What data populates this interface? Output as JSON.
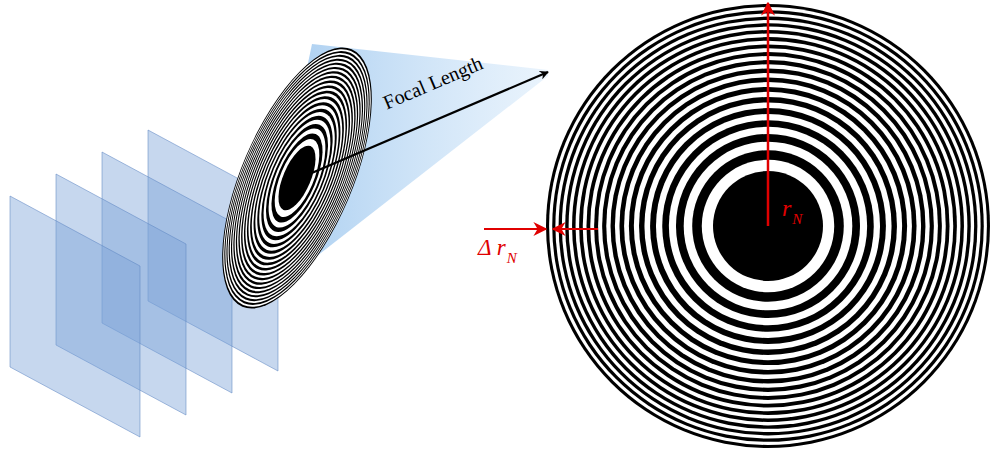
{
  "diagram": {
    "labels": [
      "Focal Length",
      "r",
      "N",
      "Δ r",
      "N"
    ]
  }
}
